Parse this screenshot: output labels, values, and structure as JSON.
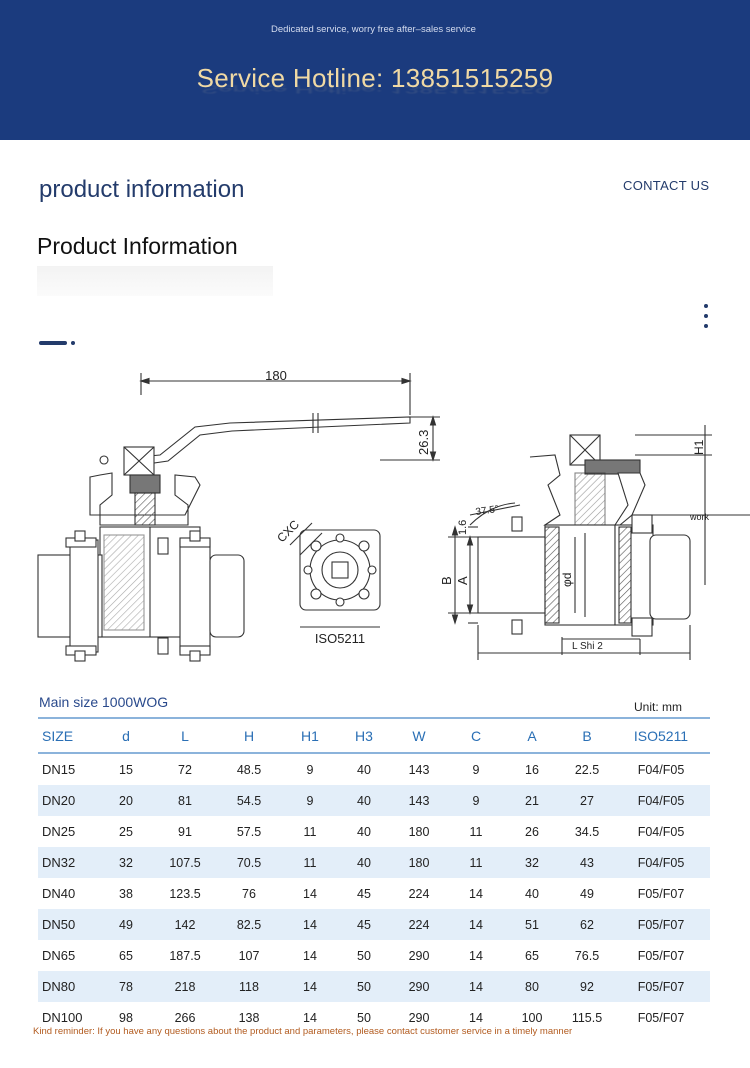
{
  "banner": {
    "tagline": "Dedicated service, worry free after–sales service",
    "hotline": "Service Hotline: 13851515259"
  },
  "section": {
    "title": "product information",
    "contact": "CONTACT US",
    "product_title": "Product Information"
  },
  "drawing": {
    "dim_180": "180",
    "dim_26_3": "26.3",
    "dim_cxc": "CXC",
    "iso_label": "ISO5211",
    "dim_h1": "H1",
    "dim_work": "work",
    "dim_37_5": "37.5°",
    "dim_1_6": "1.6",
    "dim_b": "B",
    "dim_a": "A",
    "dim_phid": "φd",
    "dim_lshi2": "L Shi 2"
  },
  "table": {
    "title": "Main size 1000WOG",
    "unit": "Unit: mm",
    "headers": [
      "SIZE",
      "d",
      "L",
      "H",
      "H1",
      "H3",
      "W",
      "C",
      "A",
      "B",
      "ISO5211"
    ],
    "rows": [
      [
        "DN15",
        "15",
        "72",
        "48.5",
        "9",
        "40",
        "143",
        "9",
        "16",
        "22.5",
        "F04/F05"
      ],
      [
        "DN20",
        "20",
        "81",
        "54.5",
        "9",
        "40",
        "143",
        "9",
        "21",
        "27",
        "F04/F05"
      ],
      [
        "DN25",
        "25",
        "91",
        "57.5",
        "11",
        "40",
        "180",
        "11",
        "26",
        "34.5",
        "F04/F05"
      ],
      [
        "DN32",
        "32",
        "107.5",
        "70.5",
        "11",
        "40",
        "180",
        "11",
        "32",
        "43",
        "F04/F05"
      ],
      [
        "DN40",
        "38",
        "123.5",
        "76",
        "14",
        "45",
        "224",
        "14",
        "40",
        "49",
        "F05/F07"
      ],
      [
        "DN50",
        "49",
        "142",
        "82.5",
        "14",
        "45",
        "224",
        "14",
        "51",
        "62",
        "F05/F07"
      ],
      [
        "DN65",
        "65",
        "187.5",
        "107",
        "14",
        "50",
        "290",
        "14",
        "65",
        "76.5",
        "F05/F07"
      ],
      [
        "DN80",
        "78",
        "218",
        "118",
        "14",
        "50",
        "290",
        "14",
        "80",
        "92",
        "F05/F07"
      ],
      [
        "DN100",
        "98",
        "266",
        "138",
        "14",
        "50",
        "290",
        "14",
        "100",
        "115.5",
        "F05/F07"
      ]
    ]
  },
  "reminder": "Kind reminder: If you have any questions about the product and parameters, please contact customer service in a timely manner",
  "colors": {
    "banner": "#1b3b7e",
    "hotline_text": "#f0d9a4",
    "heading": "#233b6b",
    "table_header": "#2a6fb5",
    "stripe": "#e3eef9",
    "reminder": "#b25b1f"
  }
}
